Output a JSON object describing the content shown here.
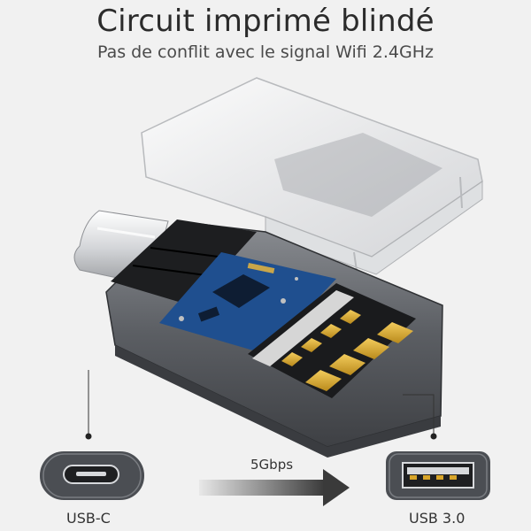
{
  "header": {
    "title": "Circuit imprimé blindé",
    "subtitle": "Pas de conflit avec le signal Wifi 2.4GHz"
  },
  "ports": {
    "left_label": "USB-C",
    "right_label": "USB 3.0"
  },
  "transfer": {
    "speed_label": "5Gbps"
  },
  "colors": {
    "background": "#f1f1f1",
    "metal": "#5a5d62",
    "pcb": "#1f4f8f",
    "gold": "#d9a62a"
  }
}
